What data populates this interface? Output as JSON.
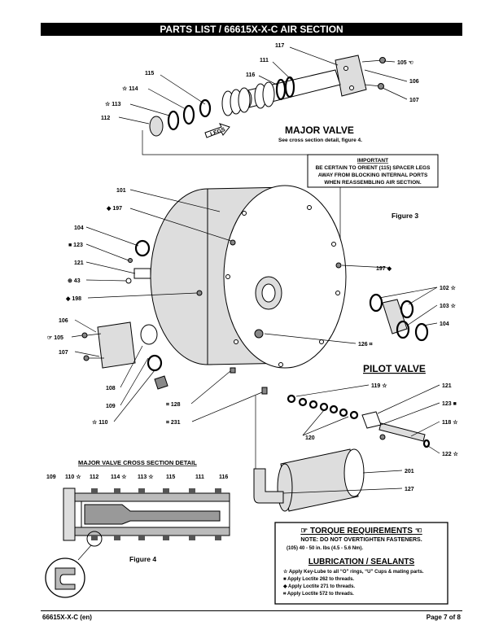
{
  "header": {
    "title": "PARTS LIST / 66615X-X-C AIR SECTION"
  },
  "major_valve": {
    "title": "MAJOR VALVE",
    "subtitle": "See cross section detail, figure 4."
  },
  "important": {
    "heading": "IMPORTANT",
    "line1": "BE CERTAIN TO ORIENT (115) SPACER LEGS",
    "line2": "AWAY FROM BLOCKING INTERNAL PORTS",
    "line3": "WHEN REASSEMBLING AIR SECTION."
  },
  "legs_label": "LEGS",
  "figure3": "Figure 3",
  "figure4": "Figure 4",
  "pilot_valve": "PILOT VALVE",
  "cross_section": {
    "title": "MAJOR VALVE CROSS SECTION DETAIL",
    "labels": [
      "109",
      "110 ☆",
      "112",
      "114 ☆",
      "113 ☆",
      "115",
      "111",
      "116"
    ]
  },
  "callouts": {
    "c117": "117",
    "c111": "111",
    "c105a": "105 ☜",
    "c115": "115",
    "c116": "116",
    "c106a": "106",
    "c114": "☆ 114",
    "c107a": "107",
    "c113": "☆ 113",
    "c112": "112",
    "c101": "101",
    "c197a": "◆ 197",
    "c104a": "104",
    "c123a": "■ 123",
    "c197b": "197 ◆",
    "c121a": "121",
    "c43": "⊕ 43",
    "c102": "102 ☆",
    "c198": "◆ 198",
    "c103": "103 ☆",
    "c104b": "104",
    "c106b": "106",
    "c105b": "☞ 105",
    "c126": "126 ⌗",
    "c107b": "107",
    "c119": "119 ☆",
    "c121b": "121",
    "c108": "108",
    "c123b": "123 ■",
    "c128": "⌗ 128",
    "c109": "109",
    "c118": "118 ☆",
    "c110": "☆ 110",
    "c231": "⌗ 231",
    "c120": "120",
    "c122": "122 ☆",
    "c201": "201",
    "c127": "127"
  },
  "torque": {
    "title": "☞ TORQUE REQUIREMENTS ☜",
    "note": "NOTE: DO NOT OVERTIGHTEN FASTENERS.",
    "spec": "(105) 40 - 50 in. lbs (4.5 - 5.6 Nm)."
  },
  "lubrication": {
    "title": "LUBRICATION / SEALANTS",
    "items": [
      "☆  Apply Key-Lube to all “O” rings, “U” Cups & mating parts.",
      "■  Apply Loctite 262 to threads.",
      "◆  Apply Loctite 271 to threads.",
      "⌗  Apply Loctite 572 to threads."
    ]
  },
  "footer": {
    "left": "66615X-X-C (en)",
    "right": "Page 7 of 8"
  }
}
